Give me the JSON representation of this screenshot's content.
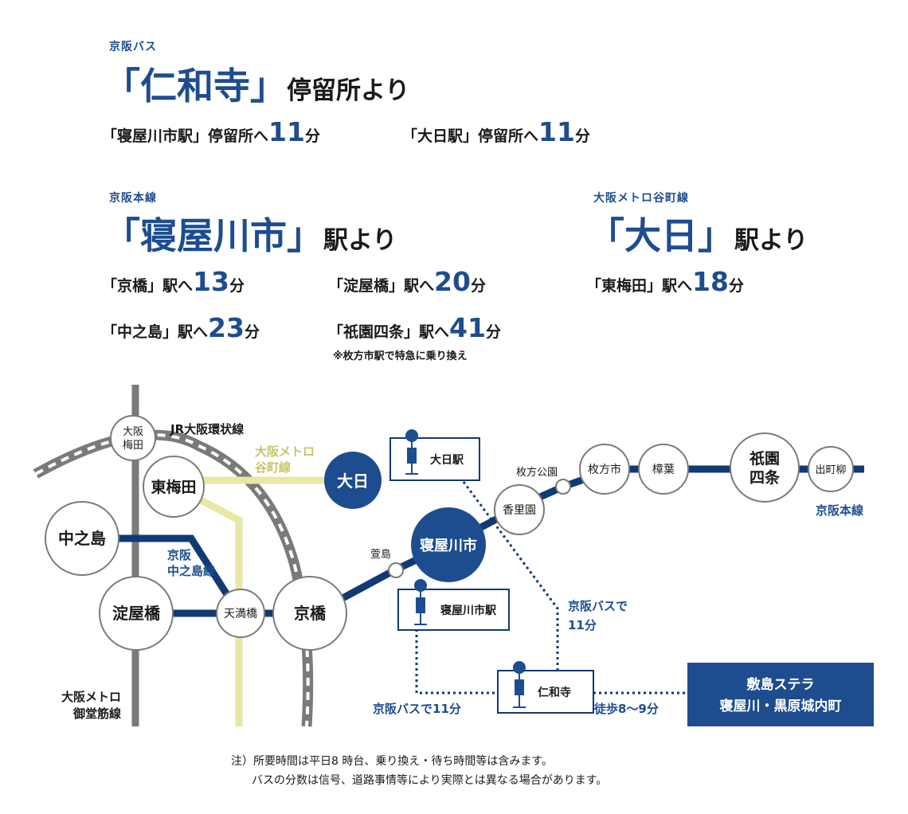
{
  "colors": {
    "navy": "#1d4d8f",
    "line_navy": "#0f3a74",
    "metro_yellow": "#e9e7a6",
    "gray": "#7a7a7a",
    "text": "#1a1a1a"
  },
  "bus_section": {
    "operator": "京阪バス",
    "stop": "「仁和寺」",
    "stop_suffix": "停留所より",
    "dest1": {
      "label": "「寝屋川市駅」停留所へ",
      "minutes": "11",
      "unit": "分"
    },
    "dest2": {
      "label": "「大日駅」停留所へ",
      "minutes": "11",
      "unit": "分"
    }
  },
  "keihan_section": {
    "line": "京阪本線",
    "station": "「寝屋川市」",
    "station_suffix": "駅より",
    "dest1": {
      "label": "「京橋」駅へ",
      "minutes": "13",
      "unit": "分"
    },
    "dest2": {
      "label": "「淀屋橋」駅へ",
      "minutes": "20",
      "unit": "分"
    },
    "dest3": {
      "label": "「中之島」駅へ",
      "minutes": "23",
      "unit": "分"
    },
    "dest4": {
      "label": "「祇園四条」駅へ",
      "minutes": "41",
      "unit": "分"
    },
    "note": "※枚方市駅で特急に乗り換え"
  },
  "metro_section": {
    "line": "大阪メトロ谷町線",
    "station": "「大日」",
    "station_suffix": "駅より",
    "dest1": {
      "label": "「東梅田」駅へ",
      "minutes": "18",
      "unit": "分"
    }
  },
  "map": {
    "jr_loop": "JR大阪環状線",
    "tanimachi_line_1": "大阪メトロ",
    "tanimachi_line_2": "谷町線",
    "nakanoshima_line_1": "京阪",
    "nakanoshima_line_2": "中之島線",
    "midosuji_line_1": "大阪メトロ",
    "midosuji_line_2": "御堂筋線",
    "keihan_main_line": "京阪本線",
    "stations": {
      "osaka_umeda_1": "大阪",
      "osaka_umeda_2": "梅田",
      "higashi_umeda": "東梅田",
      "nakanoshima": "中之島",
      "yodoyabashi": "淀屋橋",
      "tenmabashi": "天満橋",
      "kyobashi": "京橋",
      "dainichi": "大日",
      "kayashima": "萱島",
      "neyagawashi": "寝屋川市",
      "korien": "香里園",
      "hirakata_koen": "枚方公園",
      "hirakatashi": "枚方市",
      "kuzuha": "樟葉",
      "gion_1": "祇園",
      "gion_2": "四条",
      "demachiyanagi": "出町柳"
    },
    "bus_stops": {
      "dainichi_eki": "大日駅",
      "neyagawashi_eki": "寝屋川市駅",
      "ninnaji": "仁和寺"
    },
    "bus_label_1a": "京阪バスで",
    "bus_label_1b": "11分",
    "bus_label_2": "京阪バスで11分",
    "walk_label": "徒歩8〜9分",
    "destination_1": "敷島ステラ",
    "destination_2": "寝屋川・黒原城内町"
  },
  "footnote_1": "注）所要時間は平日8 時台、乗り換え・待ち時間等は含みます。",
  "footnote_2": "バスの分数は信号、道路事情等により実際とは異なる場合があります。"
}
